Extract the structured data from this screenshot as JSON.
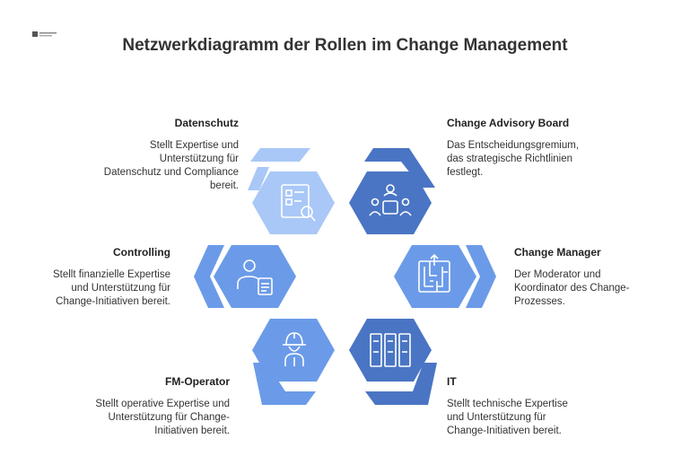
{
  "title": "Netzwerkdiagramm der Rollen im Change Management",
  "colors": {
    "light": "#a9c8f7",
    "mid": "#6b9be8",
    "dark": "#4a75c4"
  },
  "roles": [
    {
      "name": "Datenschutz",
      "description": "Stellt Expertise und\nUnterstützung für\nDatenschutz und Compliance\nbereit.",
      "icon": "document-search-icon"
    },
    {
      "name": "Change Advisory Board",
      "description": "Das Entscheidungsgremium,\ndas strategische Richtlinien\nfestlegt.",
      "icon": "board-meeting-icon"
    },
    {
      "name": "Controlling",
      "description": "Stellt finanzielle Expertise\nund Unterstützung für\nChange-Initiativen bereit.",
      "icon": "person-report-icon"
    },
    {
      "name": "Change Manager",
      "description": "Der Moderator und\nKoordinator des Change-\nProzesses.",
      "icon": "maze-icon"
    },
    {
      "name": "FM-Operator",
      "description": "Stellt operative Expertise und\nUnterstützung für Change-\nInitiativen bereit.",
      "icon": "worker-helmet-icon"
    },
    {
      "name": "IT",
      "description": "Stellt technische Expertise\nund Unterstützung für\nChange-Initiativen bereit.",
      "icon": "server-rack-icon"
    }
  ]
}
